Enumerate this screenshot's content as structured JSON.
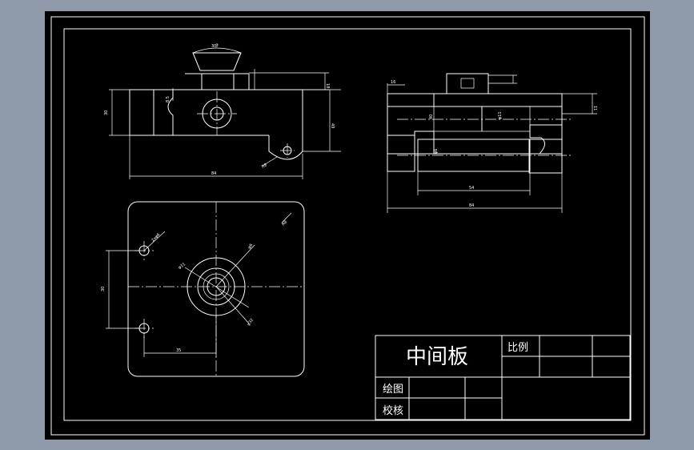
{
  "title_block": {
    "part_name": "中间板",
    "scale_label": "比例",
    "drawn_label": "绘图",
    "checked_label": "校核"
  },
  "dimensions": {
    "angle_top": "30°",
    "front_width": "84",
    "front_height": "30",
    "side_width": "84",
    "side_inner": "54",
    "side_right": "11",
    "plan_left": "30",
    "plan_bottom": "35",
    "corner_radius": "R8",
    "bore_label": "φ11",
    "hole_label": "2xφ6"
  },
  "colors": {
    "sheet": "#000000",
    "lines": "#ffffff",
    "canvas": "#8f9aaa"
  }
}
